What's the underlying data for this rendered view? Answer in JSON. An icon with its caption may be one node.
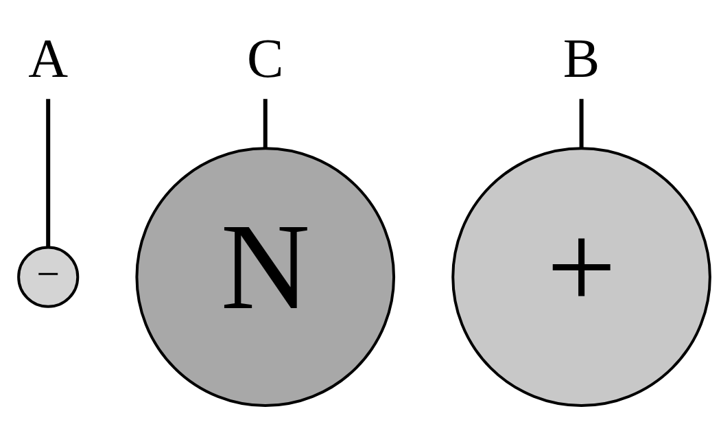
{
  "diagram": {
    "nodes": [
      {
        "text": [
          "A"
        ]
      },
      {
        "text": [
          "C"
        ]
      },
      {
        "text": [
          "−"
        ]
      },
      {
        "text": [
          "+"
        ]
      },
      {
        "text": [
          "N"
        ]
      },
      {
        "text": [
          "B"
        ]
      }
    ],
    "edges": [
      {
        "from": 0,
        "to": 2,
        "arrow": "none"
      },
      {
        "from": 1,
        "to": 4,
        "arrow": "none"
      },
      {
        "from": 5,
        "to": 3,
        "arrow": "none"
      }
    ]
  }
}
